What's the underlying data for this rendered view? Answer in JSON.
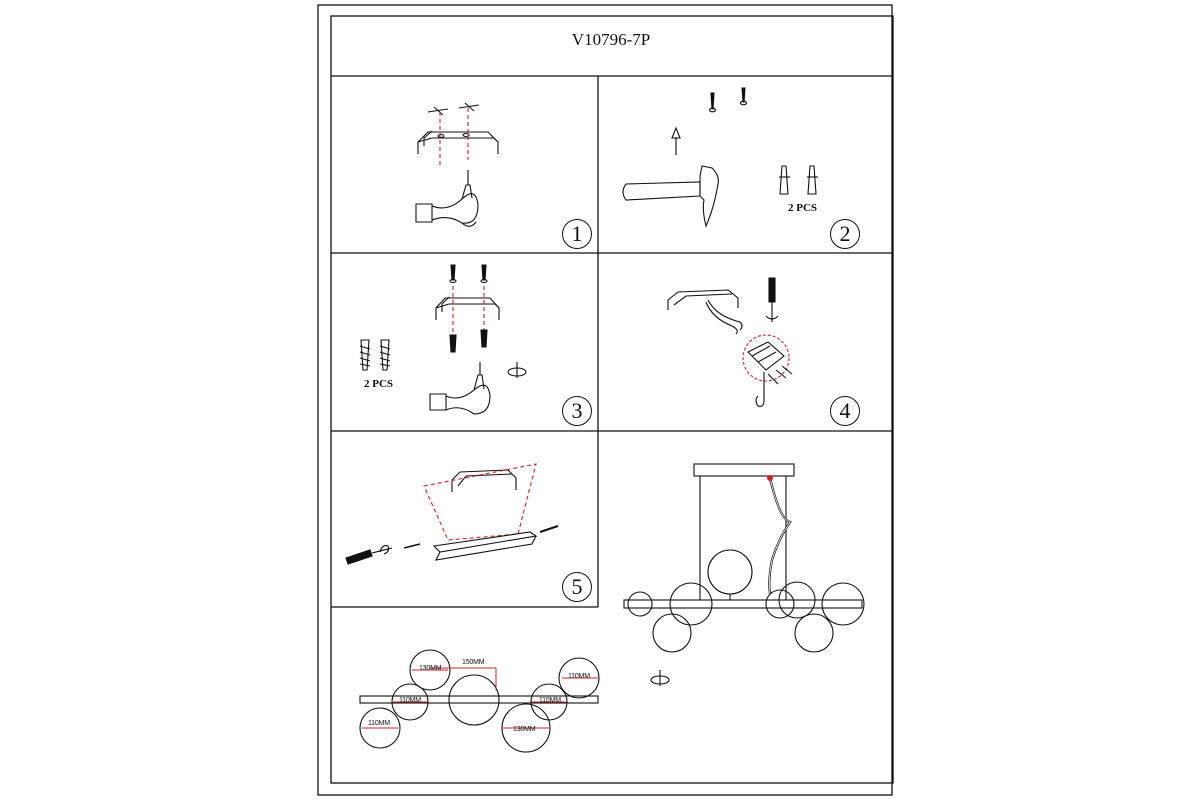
{
  "document": {
    "model": "V10796-7P"
  },
  "steps": [
    {
      "number": "1"
    },
    {
      "number": "2",
      "parts_label": "2 PCS"
    },
    {
      "number": "3",
      "parts_label": "2 PCS"
    },
    {
      "number": "4"
    },
    {
      "number": "5"
    }
  ],
  "dimensions": {
    "d130_top": "130MM",
    "d150": "150MM",
    "d110_right_top": "110MM",
    "d110_left_mid": "110MM",
    "d110_right_mid": "110MM",
    "d110_left_low": "110MM",
    "d130_bottom": "130MM"
  }
}
